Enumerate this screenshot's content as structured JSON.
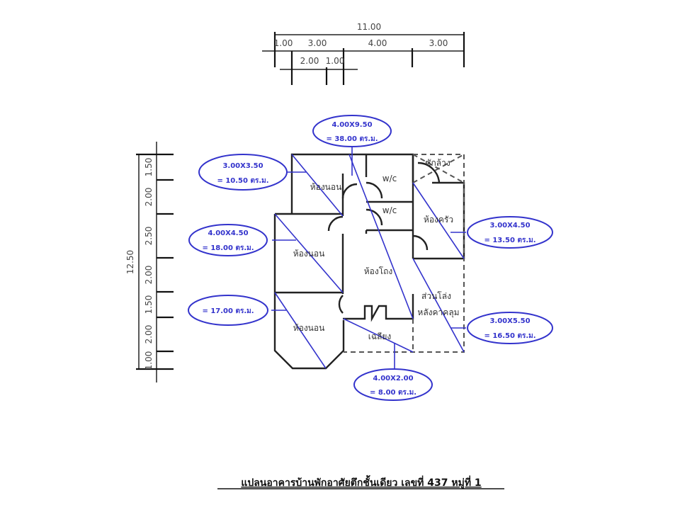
{
  "title": "แปลนอาคารบ้านพักอาศัยตึกชั้นเดียว เลขที่ 437 หมู่ที่ 1",
  "dimensions": {
    "top_total": "11.00",
    "top_segments": [
      "1.00",
      "3.00",
      "4.00",
      "3.00"
    ],
    "top_sub_segments": [
      "2.00",
      "1.00"
    ],
    "left_total": "12.50",
    "left_segments": [
      "1.50",
      "2.00",
      "2.50",
      "2.00",
      "1.50",
      "2.00",
      "1.00"
    ]
  },
  "rooms": {
    "bedroom_1": "ห้องนอน",
    "bedroom_2": "ห้องนอน",
    "bedroom_3": "ห้องนอน",
    "wc_1": "w/c",
    "wc_2": "w/c",
    "laundry": "ซักล้าง",
    "kitchen": "ห้องครัว",
    "hall": "ห้องโถง",
    "open_area_1": "ส่วนโล่ง",
    "open_area_2": "หลังคาคลุม",
    "veranda": "เฉลียง"
  },
  "area_callouts": [
    {
      "line1": "3.00X3.50",
      "line2": "= 10.50 ตร.ม."
    },
    {
      "line1": "4.00X9.50",
      "line2": "= 38.00 ตร.ม."
    },
    {
      "line1": "4.00X4.50",
      "line2": "= 18.00 ตร.ม."
    },
    {
      "line1": "",
      "line2": "= 17.00 ตร.ม."
    },
    {
      "line1": "3.00X4.50",
      "line2": "= 13.50 ตร.ม."
    },
    {
      "line1": "3.00X5.50",
      "line2": "= 16.50 ตร.ม."
    },
    {
      "line1": "4.00X2.00",
      "line2": "= 8.00 ตร.ม."
    }
  ],
  "colors": {
    "callout": "#3333cc",
    "walls": "#222222"
  }
}
